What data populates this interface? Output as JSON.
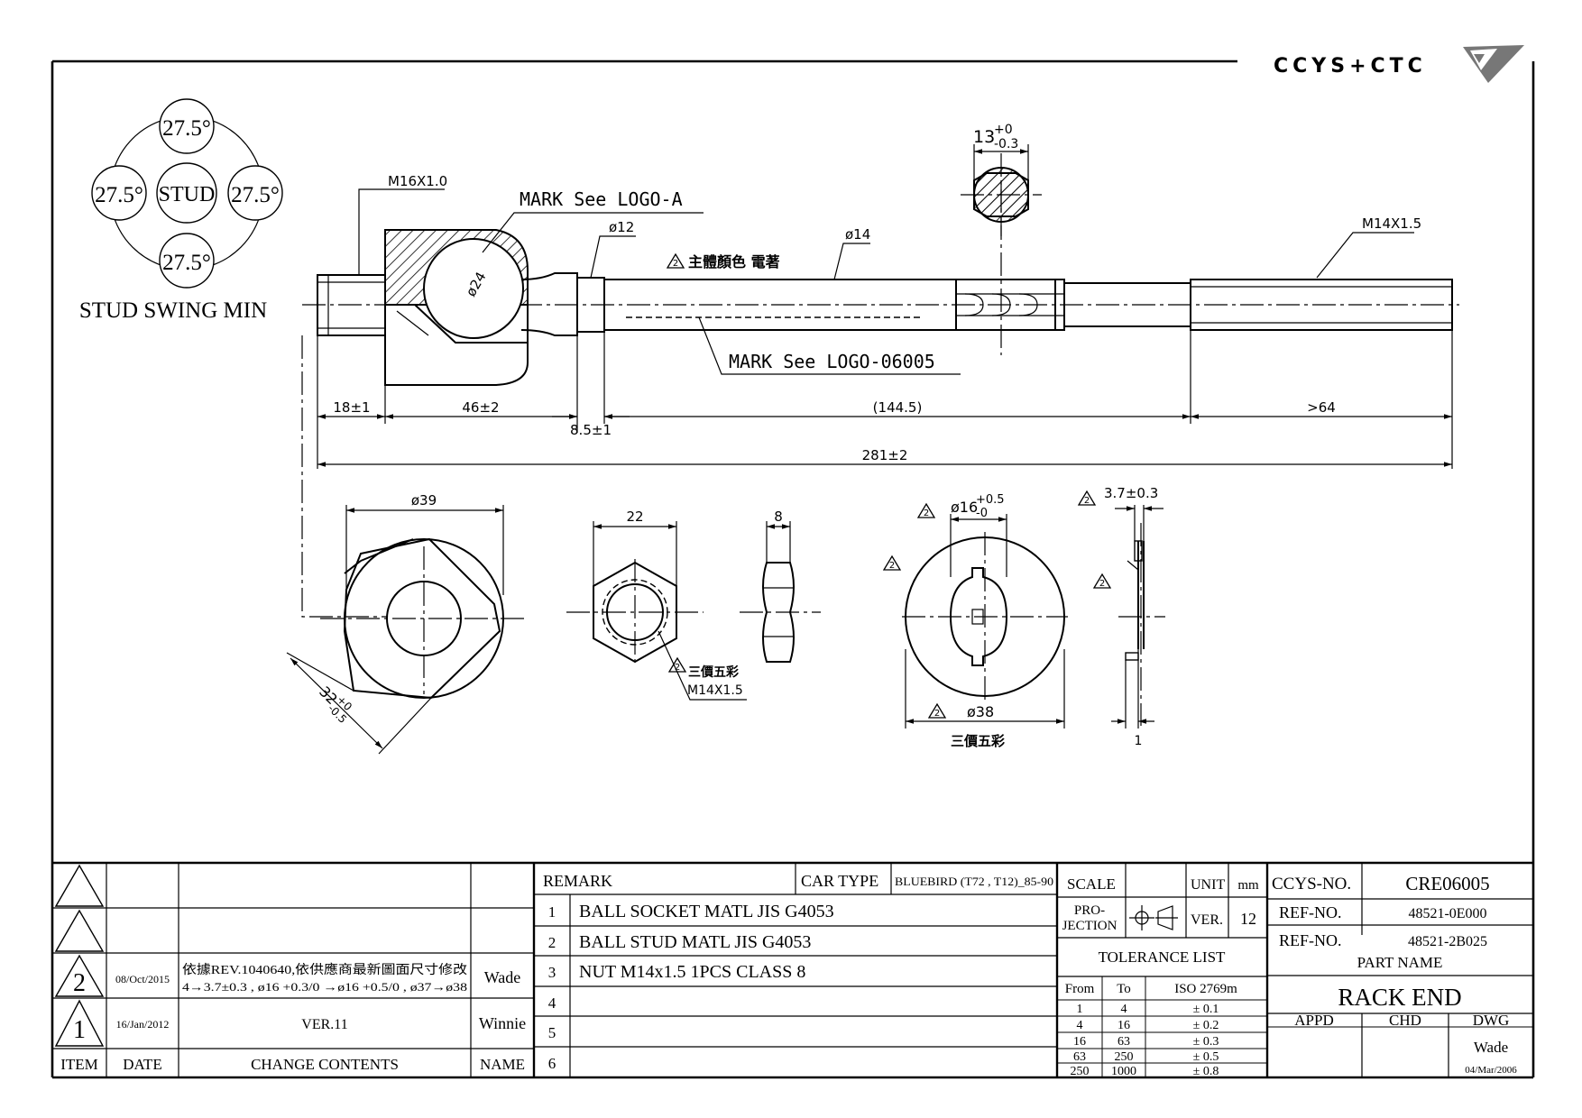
{
  "brand": {
    "logo_text": "CCYS+CTC",
    "logo_mark": "ccys-logo-icon"
  },
  "stud_swing": {
    "top": "27.5°",
    "left": "27.5°",
    "right": "27.5°",
    "bottom": "27.5°",
    "center": "STUD",
    "caption": "STUD SWING MIN"
  },
  "notes": {
    "thread_left": "M16X1.0",
    "mark_logo_a": "MARK See LOGO-A",
    "dia_12": "ø12",
    "dia_14": "ø14",
    "body_color": "主體顏色 電著",
    "dia_24": "ø24",
    "hex_dim": "13",
    "hex_tol_up": "+0",
    "hex_tol_low": "-0.3",
    "thread_right": "M14X1.5",
    "mark_logo_06005": "MARK See LOGO-06005"
  },
  "dims": {
    "d1": "18±1",
    "d2": "46±2",
    "d3": "8.5±1",
    "d4": "(144.5)",
    "d5": ">64",
    "overall": "281±2"
  },
  "end_view": {
    "dia": "ø39",
    "width": "32",
    "width_tol_up": "+0",
    "width_tol_low": "-0.5"
  },
  "nut": {
    "width": "22",
    "thick": "8",
    "finish": "三價五彩",
    "thread": "M14X1.5"
  },
  "washer": {
    "inner": "ø16",
    "inner_tol_up": "+0.5",
    "inner_tol_low": "-0",
    "outer": "ø38",
    "finish": "三價五彩",
    "thick": "3.7±0.3",
    "side": "1"
  },
  "revision_marks": {
    "triangle": "2"
  },
  "revisions": {
    "headers": {
      "item": "ITEM",
      "date": "DATE",
      "contents": "CHANGE CONTENTS",
      "name": "NAME"
    },
    "rows": [
      {
        "item": "",
        "date": "",
        "contents": "",
        "contents2": "",
        "name": ""
      },
      {
        "item": "",
        "date": "",
        "contents": "",
        "contents2": "",
        "name": ""
      },
      {
        "item": "2",
        "date": "08/Oct/2015",
        "contents": "依據REV.1040640,依供應商最新圖面尺寸修改",
        "contents2": "4→3.7±0.3 , ø16 +0.3/0 →ø16 +0.5/0 , ø37→ø38",
        "name": "Wade"
      },
      {
        "item": "1",
        "date": "16/Jan/2012",
        "contents": "VER.11",
        "contents2": "",
        "name": "Winnie"
      }
    ]
  },
  "remark": {
    "label": "REMARK",
    "car_type_label": "CAR TYPE",
    "car_type_value": "BLUEBIRD (T72 , T12)_85-90",
    "items": [
      {
        "no": "1",
        "text": "BALL SOCKET MATL JIS G4053"
      },
      {
        "no": "2",
        "text": "BALL STUD MATL JIS G4053"
      },
      {
        "no": "3",
        "text": "NUT M14x1.5 1PCS CLASS 8"
      },
      {
        "no": "4",
        "text": ""
      },
      {
        "no": "5",
        "text": ""
      },
      {
        "no": "6",
        "text": ""
      }
    ]
  },
  "spec": {
    "scale_label": "SCALE",
    "scale_value": "",
    "unit_label": "UNIT",
    "unit_value": "mm",
    "projection_label1": "PRO-",
    "projection_label2": "JECTION",
    "ver_label": "VER.",
    "ver_value": "12",
    "tolerance_title": "TOLERANCE LIST",
    "tol_headers": {
      "from": "From",
      "to": "To",
      "iso": "ISO 2769m"
    },
    "tol_rows": [
      {
        "from": "1",
        "to": "4",
        "tol": "± 0.1"
      },
      {
        "from": "4",
        "to": "16",
        "tol": "± 0.2"
      },
      {
        "from": "16",
        "to": "63",
        "tol": "± 0.3"
      },
      {
        "from": "63",
        "to": "250",
        "tol": "± 0.5"
      },
      {
        "from": "250",
        "to": "1000",
        "tol": "± 0.8"
      }
    ]
  },
  "title_block": {
    "ccys_no_label": "CCYS-NO.",
    "ccys_no": "CRE06005",
    "ref_label_1": "REF-NO.",
    "ref_1": "48521-0E000",
    "ref_label_2": "REF-NO.",
    "ref_2": "48521-2B025",
    "part_name_label": "PART NAME",
    "part_name": "RACK END",
    "appd": "APPD",
    "chd": "CHD",
    "dwg": "DWG",
    "drawn_by": "Wade",
    "drawn_date": "04/Mar/2006"
  }
}
